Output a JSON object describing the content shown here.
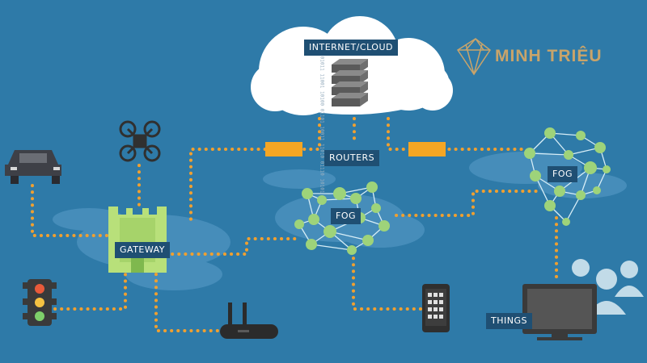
{
  "labels": {
    "cloud": "INTERNET/CLOUD",
    "routers": "ROUTERS",
    "fog_center": "FOG",
    "fog_right": "FOG",
    "gateway": "GATEWAY",
    "things": "THINGS"
  },
  "brand": {
    "name": "MINH TRIỆU",
    "logo_icon": "diamond-logo-icon"
  },
  "binary_digits": "10110 01011 11001 10100 01101 10011 11010 01110 10101",
  "colors": {
    "background": "#2e7aa8",
    "shadow_blob": "#4f94c0",
    "dotted_link": "#f0a030",
    "router_box": "#f5a623",
    "mesh_node": "#9ed37a",
    "mesh_edge": "#d7eef7",
    "device": "#3a3a3a",
    "label_bg": "#1f4f73",
    "brand": "#c9a46a"
  },
  "icons": [
    "car-icon",
    "drone-icon",
    "traffic-light-icon",
    "router-icon",
    "smartphone-icon",
    "monitor-icon",
    "people-icon",
    "server-stack-icon",
    "gateway-castle-icon"
  ]
}
